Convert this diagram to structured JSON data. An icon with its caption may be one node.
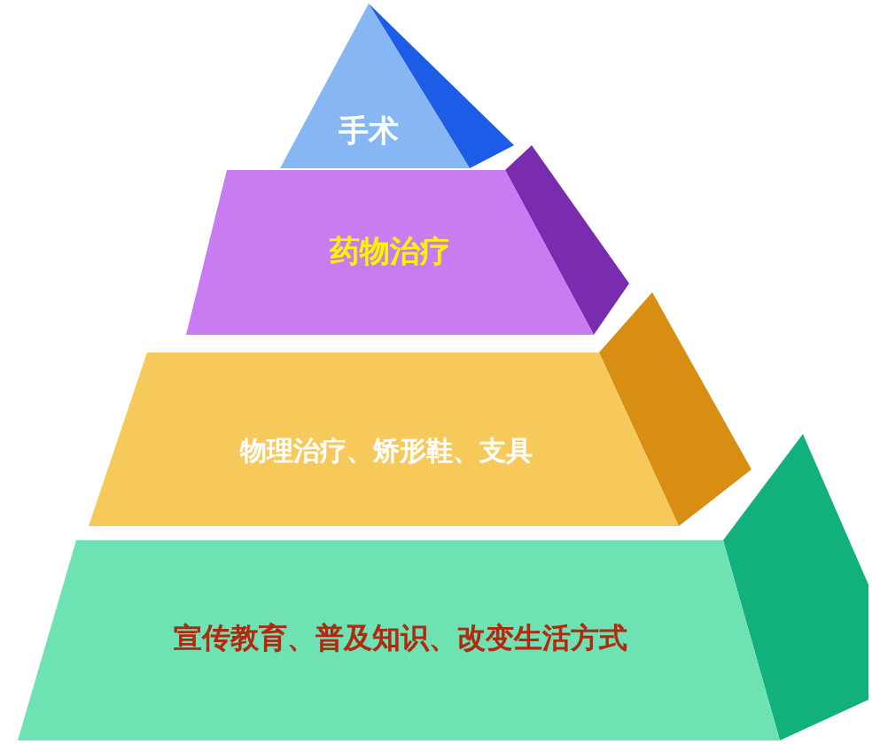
{
  "diagram": {
    "nodes": [
      {
        "text": [
          "手术"
        ]
      },
      {
        "text": [
          "药物治疗"
        ]
      },
      {
        "text": [
          "物理治疗、矫形鞋、支具"
        ]
      },
      {
        "text": [
          "宣传教育、普及知识、改变生活方式"
        ]
      }
    ]
  }
}
